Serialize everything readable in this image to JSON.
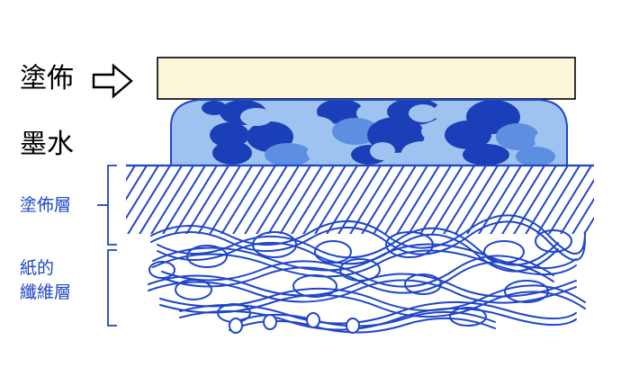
{
  "labels": {
    "coating": "塗佈",
    "ink": "墨水",
    "coating_layer": "塗佈層",
    "paper_line1": "紙的",
    "paper_line2": "纖維層"
  },
  "icons": {
    "arrow": "outline-right-arrow-icon"
  },
  "colors": {
    "stroke_blue": "#1f46c8",
    "coating_fill": "#fbf6da",
    "ink_light": "#9ec3f0",
    "ink_mid": "#5d8fe0",
    "ink_dark": "#1a3fb8"
  }
}
